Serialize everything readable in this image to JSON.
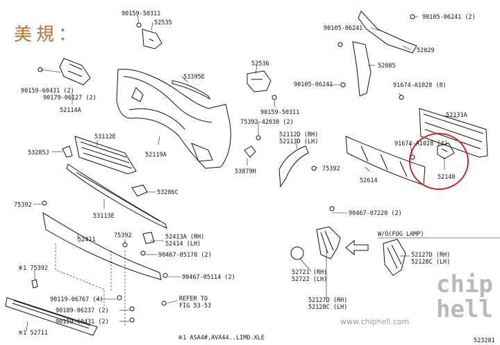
{
  "header": {
    "title": "美規："
  },
  "parts": {
    "p90159_50311_a": "90159-50311",
    "p52535": "52535",
    "p33395E": "53395E",
    "p52536": "52536",
    "p90105_06241_a": "90105-06241",
    "p90105_06241_b": "90105-06241 (2)",
    "p52029": "52029",
    "p52085": "52085",
    "p90105_06241_c": "90105-06241",
    "p91674_a": "91674-A1028 (8)",
    "p52131A": "52131A",
    "p90159_60431_a": "90159-60431 (2)",
    "p90179_06127": "90179-06127 (2)",
    "p52114A": "52114A",
    "p90159_50311_b": "90159-50311",
    "p75392_42030": "75392-42030 (2)",
    "p53112E": "53112E",
    "p52112D": "52112D (RH)",
    "p52113D": "52113D (LH)",
    "p91674_b": "91674-A1028 (4)",
    "p53285J": "53285J",
    "p52119A": "52119A",
    "p53879H": "53879H",
    "p75392_a": "75392",
    "p52614": "52614",
    "p52140": "52140",
    "p53286C": "53286C",
    "p75392_b": "75392",
    "p53113E": "53113E",
    "p90467_07220": "90467-07220 (2)",
    "p52411": "52411",
    "p75392_c": "75392",
    "p52413A": "52413A (RH)",
    "p52414": "52414 (LH)",
    "p90467_05170": "90467-05170 (2)",
    "p52127D": "52127D (RH)",
    "p52128C_a": "52128C (LH)",
    "p75392_d": "※1 75392",
    "p90467_05114": "90467-05114 (2)",
    "p52721": "52721 (RH)",
    "p52722": "52722 (LH)",
    "p90119_06767": "90119-06767 (4)",
    "p90189_06237": "90189-06237 (2)",
    "p90159_60431_b": "90159-60431 (2)",
    "p52127D_b": "52127D (RH)",
    "p52128C_b": "52128C (LH)",
    "p52711": "※1 52711",
    "refer1": "REFER TO",
    "refer2": "FIG 53-53"
  },
  "fog_label": "W/O(FOG LAMP)",
  "footnote": "※1 ASA4#,AVA44..LIMD.XLE",
  "watermark": "www.chiphell.com",
  "logo_text": "chip hell",
  "figure_id": "523281",
  "highlight_color": "#d0222b",
  "title_color": "#b5733e"
}
